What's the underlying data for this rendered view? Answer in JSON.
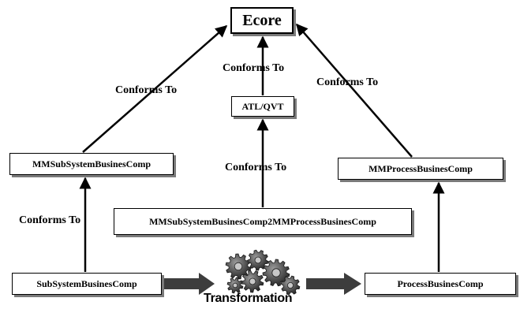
{
  "nodes": {
    "ecore": "Ecore",
    "atl_qvt": "ATL/QVT",
    "mm_subsystem": "MMSubSystemBusinesComp",
    "mm_process": "MMProcessBusinesComp",
    "transformation_model": "MMSubSystemBusinesComp2MMProcessBusinesComp",
    "subsystem": "SubSystemBusinesComp",
    "process": "ProcessBusinesComp"
  },
  "edges": {
    "atl_to_ecore": "Conforms To",
    "mm_subsystem_to_ecore": "Conforms To",
    "mm_process_to_ecore": "Conforms To",
    "transformation_to_atl": "Conforms To",
    "subsystem_to_mm_subsystem": "Conforms To"
  },
  "transformation": {
    "label": "Transformation",
    "icon": "gears-icon"
  },
  "colors": {
    "line": "#000000",
    "transform_arrow": "#3d3d3d",
    "gear": "#4a4a4a"
  }
}
